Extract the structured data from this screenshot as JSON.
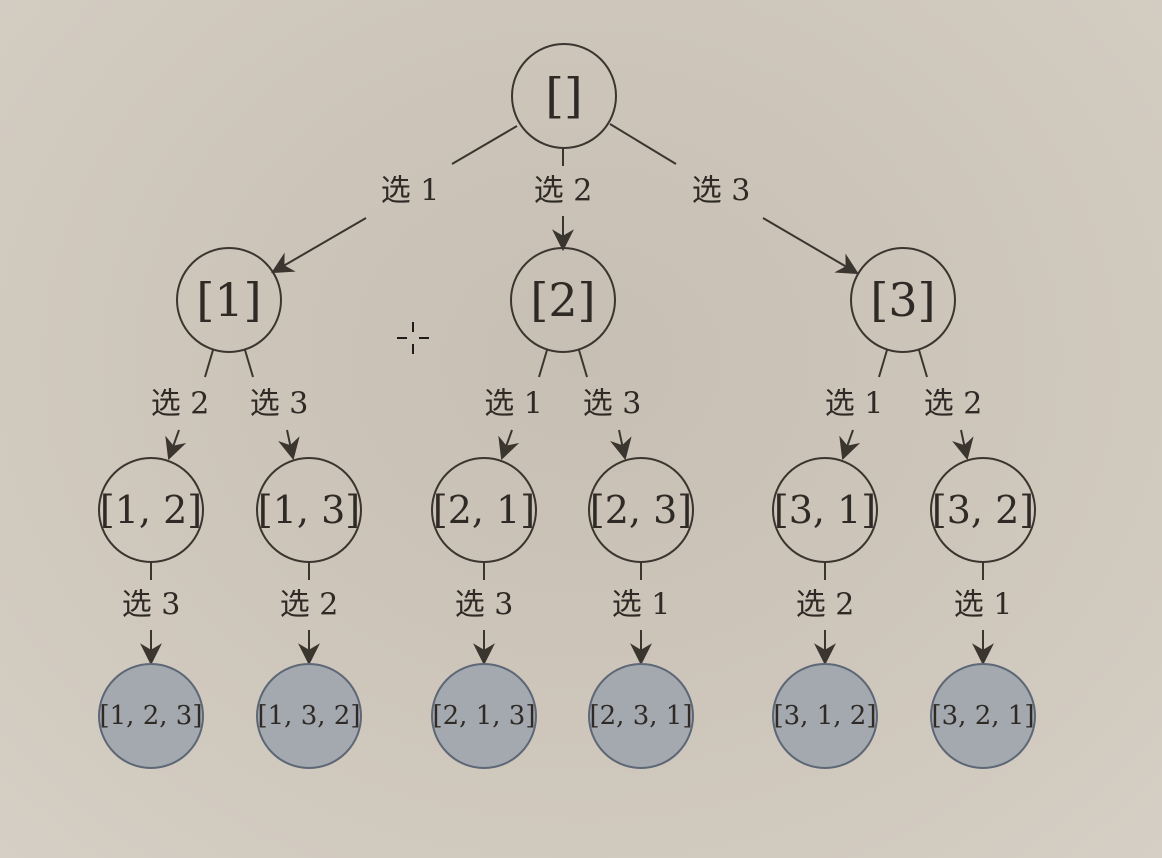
{
  "tree": {
    "root": {
      "id": "root",
      "label": "[]"
    },
    "level1": [
      {
        "id": "n1",
        "label": "[1]",
        "edge_label": "选 1"
      },
      {
        "id": "n2",
        "label": "[2]",
        "edge_label": "选 2"
      },
      {
        "id": "n3",
        "label": "[3]",
        "edge_label": "选 3"
      }
    ],
    "level2": [
      {
        "id": "n12",
        "parent": "n1",
        "label": "[1, 2]",
        "edge_label": "选 2"
      },
      {
        "id": "n13",
        "parent": "n1",
        "label": "[1, 3]",
        "edge_label": "选 3"
      },
      {
        "id": "n21",
        "parent": "n2",
        "label": "[2, 1]",
        "edge_label": "选 1"
      },
      {
        "id": "n23",
        "parent": "n2",
        "label": "[2, 3]",
        "edge_label": "选 3"
      },
      {
        "id": "n31",
        "parent": "n3",
        "label": "[3, 1]",
        "edge_label": "选 1"
      },
      {
        "id": "n32",
        "parent": "n3",
        "label": "[3, 2]",
        "edge_label": "选 2"
      }
    ],
    "leaves": [
      {
        "id": "n123",
        "parent": "n12",
        "label": "[1, 2, 3]",
        "edge_label": "选 3"
      },
      {
        "id": "n132",
        "parent": "n13",
        "label": "[1, 3, 2]",
        "edge_label": "选 2"
      },
      {
        "id": "n213",
        "parent": "n21",
        "label": "[2, 1, 3]",
        "edge_label": "选 3"
      },
      {
        "id": "n231",
        "parent": "n23",
        "label": "[2, 3, 1]",
        "edge_label": "选 1"
      },
      {
        "id": "n312",
        "parent": "n31",
        "label": "[3, 1, 2]",
        "edge_label": "选 2"
      },
      {
        "id": "n321",
        "parent": "n32",
        "label": "[3, 2, 1]",
        "edge_label": "选 1"
      }
    ]
  },
  "colors": {
    "stroke": "#3b3530",
    "text": "#2f2a26",
    "leaf_fill": "#a3a9ae",
    "leaf_stroke": "#5d6776",
    "background": "#cdc5b9"
  },
  "cursor": {
    "icon": "crosshair-cursor-icon"
  }
}
